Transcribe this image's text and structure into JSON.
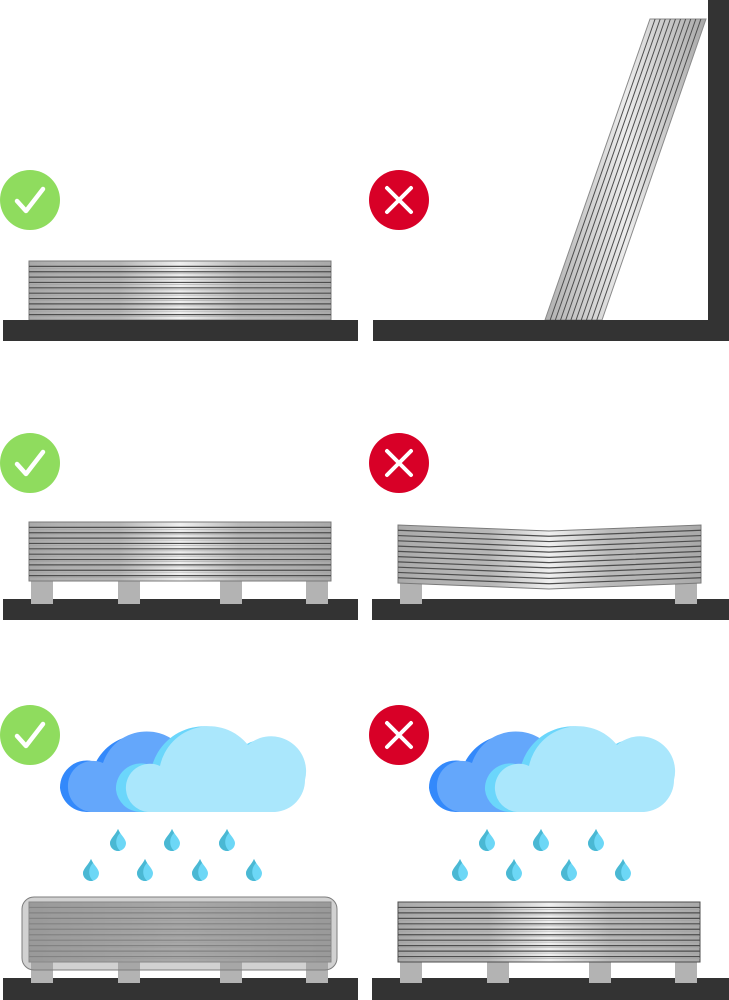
{
  "title": "Sheet storage guidelines",
  "colors": {
    "good": "#8fdc5e",
    "bad": "#d80027",
    "ground": "#333333",
    "support": "#b3b3b3",
    "sheet_edge": "#aaaaaa",
    "sheet_highlight": "#f2f2f2",
    "sheet_line": "#4d4d4d",
    "cloud_back": "#64a7fb",
    "cloud_back_shade": "#3389fb",
    "cloud_front": "#aae7fc",
    "cloud_front_shade": "#6bd6fb",
    "drop": "#6cd7f6",
    "drop_shade": "#4ab8d3",
    "cover": "#9a9a9a"
  },
  "panels": [
    {
      "id": "flat-on-ground",
      "verdict": "correct",
      "icon": "check-icon",
      "description": "Sheets stacked flat on the ground"
    },
    {
      "id": "leaning-on-wall",
      "verdict": "incorrect",
      "icon": "cross-icon",
      "description": "Sheets leaning against a wall"
    },
    {
      "id": "well-supported",
      "verdict": "correct",
      "icon": "check-icon",
      "description": "Sheets stacked flat on four evenly spaced supports",
      "supports": 4
    },
    {
      "id": "poorly-supported",
      "verdict": "incorrect",
      "icon": "cross-icon",
      "description": "Sheets sagging on only two end supports",
      "supports": 2
    },
    {
      "id": "covered-in-rain",
      "verdict": "correct",
      "icon": "check-icon",
      "description": "Stack covered and protected from rain",
      "supports": 4,
      "raindrops": 7
    },
    {
      "id": "uncovered-in-rain",
      "verdict": "incorrect",
      "icon": "cross-icon",
      "description": "Stack left uncovered in the rain",
      "supports": 4,
      "raindrops": 7
    }
  ]
}
